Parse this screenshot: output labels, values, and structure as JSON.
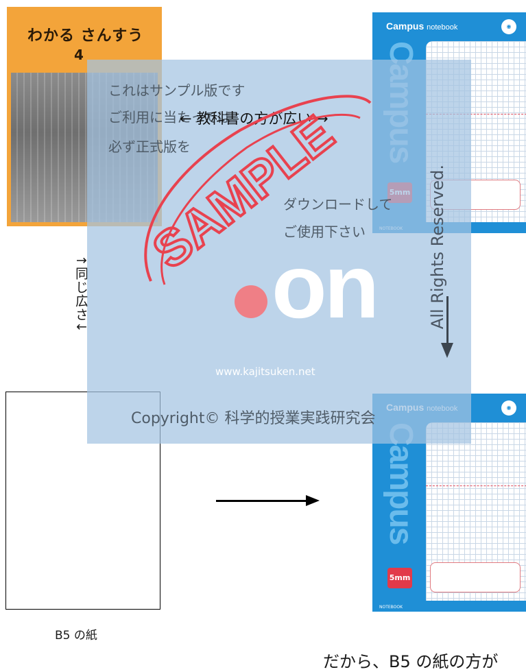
{
  "textbook": {
    "title": "わかる さんすう",
    "grade": "4"
  },
  "notebook": {
    "brand": "Campus",
    "brand_sub": "notebook",
    "spine": "Campus",
    "size_badge": "5mm",
    "footer": "NOTEBOOK"
  },
  "labels": {
    "same_size": "↑同じ広さ↓",
    "b5_paper": "B5 の紙",
    "conclusion": "だから、B5 の紙の方が"
  },
  "watermark": {
    "line1": "これはサンプル版です",
    "line2": "ご利用に当たっては",
    "line3": "必ず正式版を",
    "download1": "ダウンロードして",
    "download2": "ご使用下さい",
    "textbook_wider": "← 教科書の方が広い →",
    "stamp": "SAMPLE",
    "rights": "All Rights Reserved.",
    "logo": "on",
    "url": "www.kajitsuken.net",
    "copyright": "Copyright© 科学的授業実践研究会"
  },
  "colors": {
    "textbook_orange": "#f3a43a",
    "notebook_blue": "#1f8fd6",
    "overlay": "#a4c4e2",
    "stamp_red": "#e8424f",
    "dot_pink": "#ef7f86"
  }
}
